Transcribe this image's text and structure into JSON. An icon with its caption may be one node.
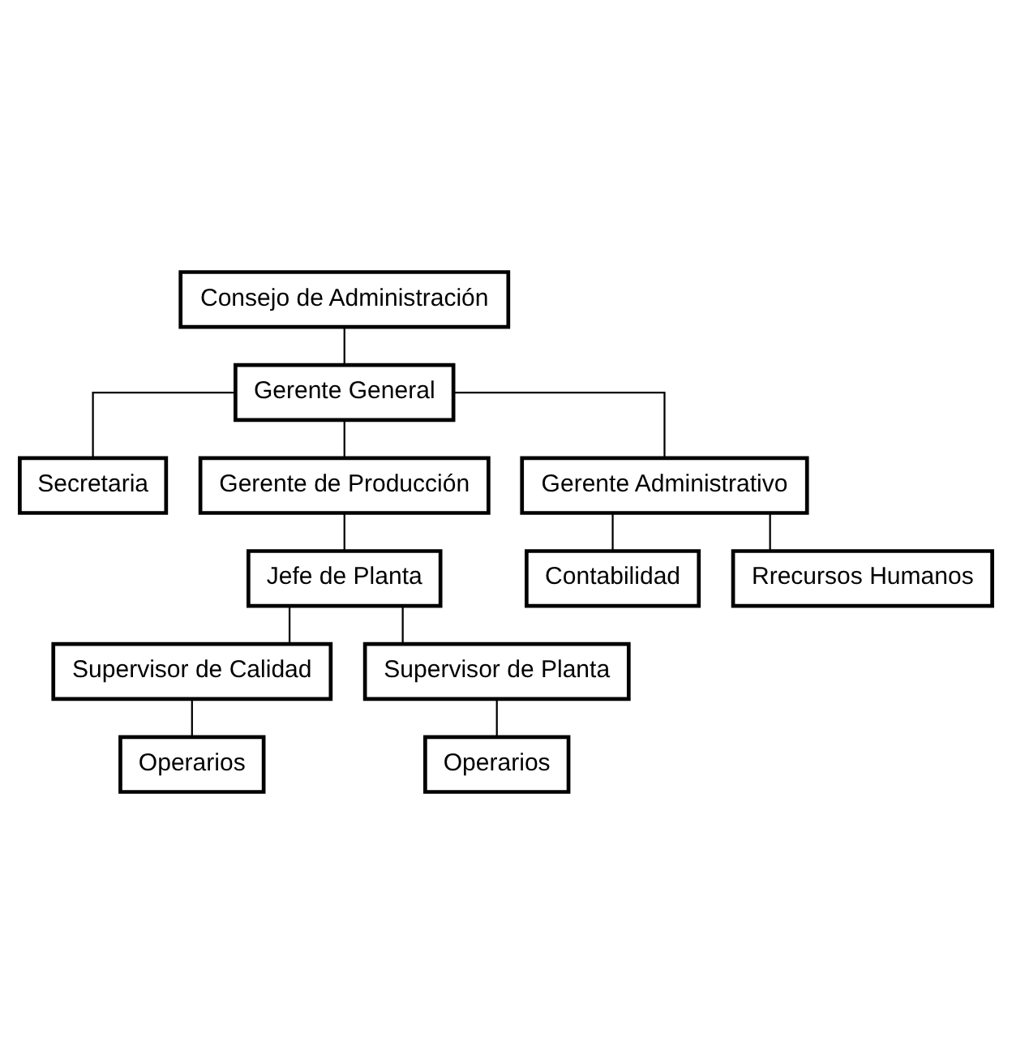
{
  "diagram": {
    "nodes": [
      {
        "text": [
          "Consejo de Administración"
        ]
      },
      {
        "text": [
          "Gerente General"
        ]
      },
      {
        "text": [
          "Secretaria"
        ]
      },
      {
        "text": [
          "Gerente de Producción"
        ]
      },
      {
        "text": [
          "Gerente Administrativo"
        ]
      },
      {
        "text": [
          "Jefe de Planta"
        ]
      },
      {
        "text": [
          "Contabilidad"
        ]
      },
      {
        "text": [
          "Rrecursos Humanos"
        ]
      },
      {
        "text": [
          "Supervisor de Calidad"
        ]
      },
      {
        "text": [
          "Supervisor de Planta"
        ]
      },
      {
        "text": [
          "Operarios"
        ]
      },
      {
        "text": [
          "Operarios"
        ]
      }
    ],
    "edges": [
      {
        "from": 0,
        "to": 1,
        "arrow": "none"
      },
      {
        "from": 1,
        "to": 2,
        "arrow": "none"
      },
      {
        "from": 1,
        "to": 3,
        "arrow": "none"
      },
      {
        "from": 1,
        "to": 4,
        "arrow": "none"
      },
      {
        "from": 3,
        "to": 5,
        "arrow": "none"
      },
      {
        "from": 4,
        "to": 6,
        "arrow": "none"
      },
      {
        "from": 4,
        "to": 7,
        "arrow": "none"
      },
      {
        "from": 5,
        "to": 8,
        "arrow": "none"
      },
      {
        "from": 5,
        "to": 9,
        "arrow": "none"
      },
      {
        "from": 8,
        "to": 10,
        "arrow": "none"
      },
      {
        "from": 9,
        "to": 11,
        "arrow": "none"
      }
    ]
  }
}
